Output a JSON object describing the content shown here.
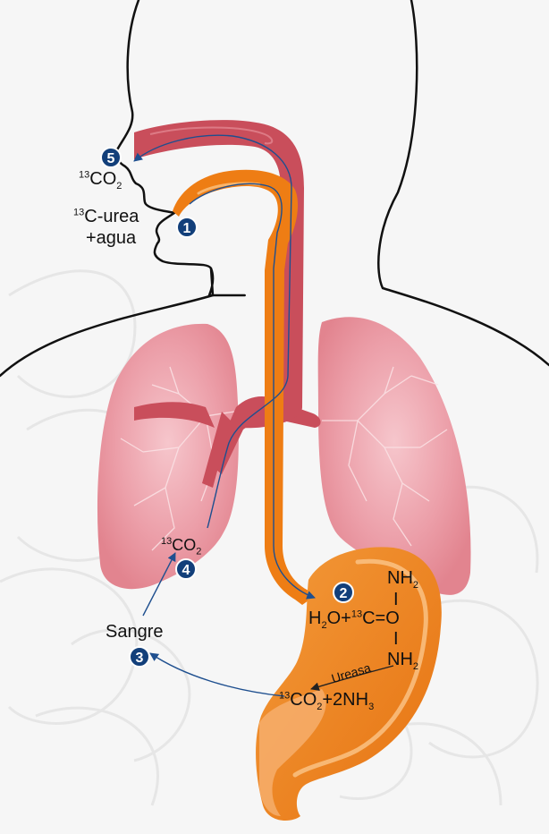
{
  "labels": {
    "co2_mouth": "CO",
    "co2_mouth_sup": "13",
    "co2_mouth_sub": "2",
    "urea_sup": "13",
    "urea_text": "C-urea",
    "agua": "+agua",
    "co2_lung_sup": "13",
    "co2_lung": "CO",
    "co2_lung_sub": "2",
    "sangre": "Sangre",
    "nh2_top": "NH",
    "nh2_top_sub": "2",
    "h2o_h": "H",
    "h2o_sub": "2",
    "h2o_rest": "O+",
    "c_sup": "13",
    "c_eq": "C=O",
    "nh2_bottom": "NH",
    "nh2_bottom_sub": "2",
    "ureasa": "Ureasa",
    "prod_sup": "13",
    "prod_co": "CO",
    "prod_sub": "2",
    "prod_nh": "+2NH",
    "prod_nh_sub": "3",
    "bond_top": "I",
    "bond_bottom": "I"
  },
  "steps": [
    "1",
    "2",
    "3",
    "4",
    "5"
  ],
  "colors": {
    "esophagus_orange": "#ee7d14",
    "trachea_red": "#c94e5b",
    "lung_pink": "#e99aa4",
    "badge_blue": "#123f7a",
    "arrow_blue": "#1e4f8f",
    "outline": "#111111"
  }
}
